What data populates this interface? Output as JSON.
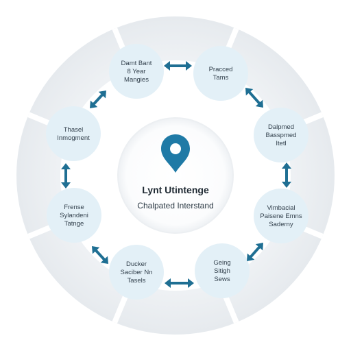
{
  "center": {
    "title": "Lynt Utintenge",
    "subtitle": "Chalpated Interstand",
    "icon": "map-pin-icon"
  },
  "nodes": [
    {
      "id": "top-left",
      "lines": [
        "Damt Bant",
        "8 Year",
        "Mangies"
      ]
    },
    {
      "id": "top-right",
      "lines": [
        "Pracced",
        "Tams"
      ]
    },
    {
      "id": "right-upper",
      "lines": [
        "Dalpmed",
        "Basspmed",
        "Itetl"
      ]
    },
    {
      "id": "right-lower",
      "lines": [
        "Vimbacial",
        "Paisene Emns",
        "Saderny"
      ]
    },
    {
      "id": "bottom-right",
      "lines": [
        "Geing",
        "Sitigh",
        "Sews"
      ]
    },
    {
      "id": "bottom-left",
      "lines": [
        "Ducker",
        "Saciber Nn",
        "Tasels"
      ]
    },
    {
      "id": "left-lower",
      "lines": [
        "Frense",
        "Sylandeni",
        "Tatnge"
      ]
    },
    {
      "id": "left-upper",
      "lines": [
        "Thasel",
        "Inmogment"
      ]
    }
  ],
  "colors": {
    "arrow": "#1f6f93",
    "pin": "#1f7aa6",
    "node_fill": "#e3f0f7",
    "ring": "#eef1f4",
    "ring_segment": "#e8ebee"
  }
}
